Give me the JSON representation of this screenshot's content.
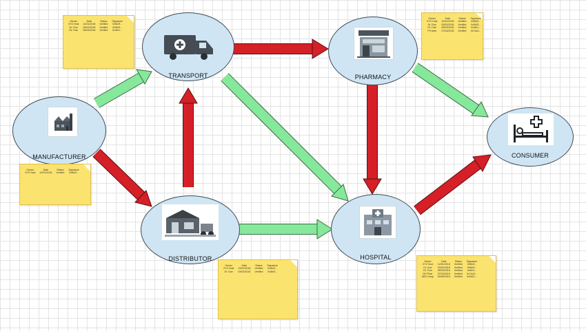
{
  "nodes": {
    "manufacturer": {
      "label": "MANUFACTURER",
      "icon": "factory-icon"
    },
    "transport": {
      "label": "TRANSPORT",
      "icon": "ambulance-truck-icon"
    },
    "pharmacy": {
      "label": "PHARMACY",
      "icon": "pharmacy-store-icon"
    },
    "consumer": {
      "label": "CONSUMER",
      "icon": "patient-bed-icon"
    },
    "distributor": {
      "label": "DISTRIBUTOR",
      "icon": "warehouse-icon"
    },
    "hospital": {
      "label": "HOSPITAL",
      "icon": "hospital-building-icon"
    }
  },
  "edges": [
    {
      "from": "manufacturer",
      "to": "transport",
      "color": "green"
    },
    {
      "from": "manufacturer",
      "to": "distributor",
      "color": "red"
    },
    {
      "from": "distributor",
      "to": "transport",
      "color": "red"
    },
    {
      "from": "transport",
      "to": "pharmacy",
      "color": "red"
    },
    {
      "from": "transport",
      "to": "hospital",
      "color": "green"
    },
    {
      "from": "distributor",
      "to": "hospital",
      "color": "green"
    },
    {
      "from": "pharmacy",
      "to": "hospital",
      "color": "red"
    },
    {
      "from": "pharmacy",
      "to": "consumer",
      "color": "green"
    },
    {
      "from": "hospital",
      "to": "consumer",
      "color": "red"
    }
  ],
  "colors": {
    "red": "#d42026",
    "green": "#86e89a",
    "node_fill": "#cfe5f3",
    "note_fill": "#fbe36f"
  },
  "notes": {
    "transport": {
      "rows": [
        [
          "Owner",
          "Date",
          "Status",
          "Signature"
        ],
        [
          "XYZ Host",
          "12/01/2018",
          "Verified",
          "0x5b2f..."
        ],
        [
          "Dr. Doe",
          "03/02/2018",
          "Verified",
          "0x5b2f..."
        ],
        [
          "DL Tran",
          "05/03/2018",
          "Verified",
          "0x4fe1..."
        ]
      ]
    },
    "pharmacy": {
      "rows": [
        [
          "Owner",
          "Date",
          "Status",
          "Signature"
        ],
        [
          "XYZ Host",
          "12/01/2018",
          "Verified",
          "0x5b2f..."
        ],
        [
          "Dr. Doe",
          "03/02/2018",
          "Verified",
          "0x5b2f..."
        ],
        [
          "DL Tran",
          "05/03/2018",
          "Verified",
          "0x4fe1..."
        ],
        [
          "Ph Mart",
          "07/04/2018",
          "Verified",
          "0x7ac3..."
        ]
      ]
    },
    "manufacturer": {
      "rows": [
        [
          "Owner",
          "Date",
          "Status",
          "Signature"
        ],
        [
          "XYZ Host",
          "12/01/2018",
          "Verified",
          "0x5b2f..."
        ]
      ]
    },
    "distributor": {
      "rows": [
        [
          "Owner",
          "Date",
          "Status",
          "Signature"
        ],
        [
          "XYZ Host",
          "12/01/2018",
          "Verified",
          "0x5b2f..."
        ],
        [
          "Dr. Doe",
          "03/02/2018",
          "Verified",
          "0x5b2f..."
        ]
      ]
    },
    "hospital": {
      "rows": [
        [
          "Owner",
          "Date",
          "Status",
          "Signature"
        ],
        [
          "XYZ Host",
          "12/01/2018",
          "Verified",
          "0x5b2f..."
        ],
        [
          "Dr. Doe",
          "03/02/2018",
          "Verified",
          "0x5b2f..."
        ],
        [
          "DL Tran",
          "05/03/2018",
          "Verified",
          "0x4fe1..."
        ],
        [
          "DH Phar",
          "07/04/2018",
          "Verified",
          "0x7ac3..."
        ],
        [
          "ABC Hosp",
          "09/05/2018",
          "Verified",
          "0x9d21..."
        ]
      ]
    }
  }
}
